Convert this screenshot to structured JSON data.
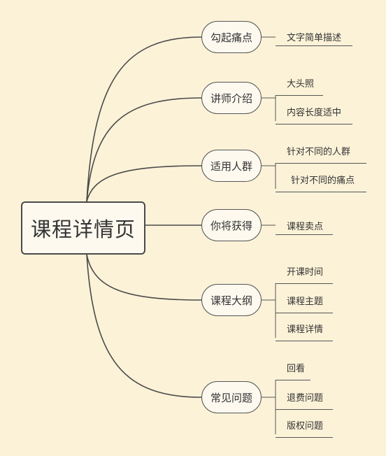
{
  "root": {
    "label": "课程详情页"
  },
  "branches": [
    {
      "label": "勾起痛点",
      "children": [
        "文字简单描述"
      ]
    },
    {
      "label": "讲师介绍",
      "children": [
        "大头照",
        "内容长度适中"
      ]
    },
    {
      "label": "适用人群",
      "children": [
        "针对不同的人群",
        "针对不同的痛点"
      ]
    },
    {
      "label": "你将获得",
      "children": [
        "课程卖点"
      ]
    },
    {
      "label": "课程大纲",
      "children": [
        "开课时间",
        "课程主题",
        "课程详情"
      ]
    },
    {
      "label": "常见问题",
      "children": [
        "回看",
        "退费问题",
        "版权问题"
      ]
    }
  ]
}
